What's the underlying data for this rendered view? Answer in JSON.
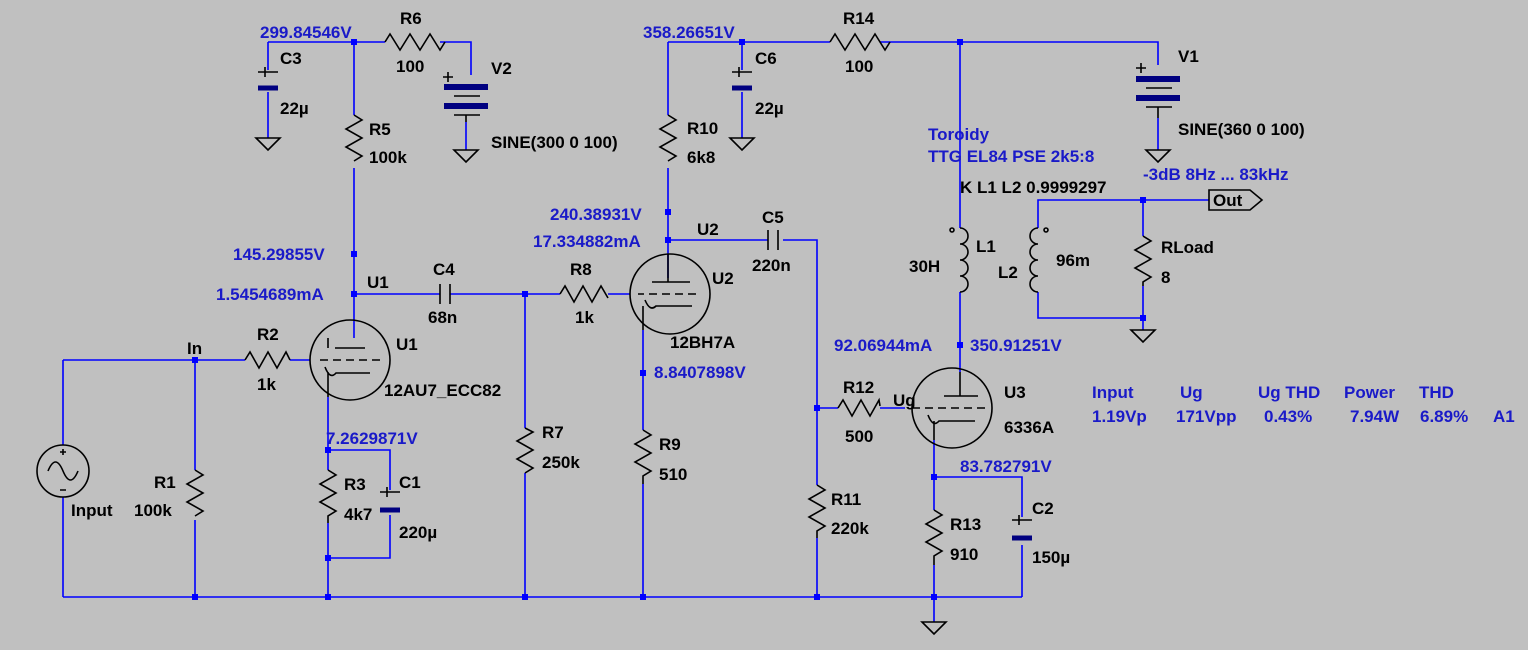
{
  "colors": {
    "background": "#c0c0c0",
    "wire": "#0000ff",
    "component": "#000000",
    "annotation": "#1a1ac8"
  },
  "nodes": {
    "v_r6": "299.84546V",
    "v_r14": "358.26651V",
    "v_u1_plate": "145.29855V",
    "i_u1": "1.5454689mA",
    "v_u1_cathode": "7.2629871V",
    "v_u2_plate": "240.38931V",
    "i_u2": "17.334882mA",
    "v_u2_cathode": "8.8407898V",
    "i_u3": "92.06944mA",
    "v_u3_plate": "350.91251V",
    "v_u3_cathode": "83.782791V"
  },
  "components": {
    "c3": {
      "name": "C3",
      "value": "22µ"
    },
    "r6": {
      "name": "R6",
      "value": "100"
    },
    "v2": {
      "name": "V2",
      "value": "SINE(300 0 100)"
    },
    "r5": {
      "name": "R5",
      "value": "100k"
    },
    "c6": {
      "name": "C6",
      "value": "22µ"
    },
    "r14": {
      "name": "R14",
      "value": "100"
    },
    "v1": {
      "name": "V1",
      "value": "SINE(360 0 100)"
    },
    "r10": {
      "name": "R10",
      "value": "6k8"
    },
    "c5": {
      "name": "C5",
      "value": "220n"
    },
    "c4": {
      "name": "C4",
      "value": "68n"
    },
    "r8": {
      "name": "R8",
      "value": "1k"
    },
    "u1": {
      "name": "U1",
      "value": "12AU7_ECC82"
    },
    "u1b": {
      "name": "U1"
    },
    "u2": {
      "name": "U2",
      "value": "12BH7A"
    },
    "u2b": {
      "name": "U2"
    },
    "r2": {
      "name": "R2",
      "value": "1k"
    },
    "r1": {
      "name": "R1",
      "value": "100k"
    },
    "input_src": {
      "name": "Input"
    },
    "r3": {
      "name": "R3",
      "value": "4k7"
    },
    "c1": {
      "name": "C1",
      "value": "220µ"
    },
    "r7": {
      "name": "R7",
      "value": "250k"
    },
    "r9": {
      "name": "R9",
      "value": "510"
    },
    "r11": {
      "name": "R11",
      "value": "220k"
    },
    "r12": {
      "name": "R12",
      "value": "500"
    },
    "u3": {
      "name": "U3",
      "value": "6336A"
    },
    "r13": {
      "name": "R13",
      "value": "910"
    },
    "c2": {
      "name": "C2",
      "value": "150µ"
    },
    "l1": {
      "name": "L1",
      "value": "30H"
    },
    "l2": {
      "name": "L2",
      "value": "96m"
    },
    "rload": {
      "name": "RLoad",
      "value": "8"
    }
  },
  "net_labels": {
    "in": "In",
    "ug": "Ug",
    "out": "Out"
  },
  "notes": {
    "toroid_line1": "Toroidy",
    "toroid_line2": "TTG EL84 PSE 2k5:8",
    "coupling": "K L1 L2 0.9999297",
    "bandwidth": "-3dB 8Hz ... 83kHz"
  },
  "results": {
    "headers": [
      "Input",
      "Ug",
      "Ug THD",
      "Power",
      "THD"
    ],
    "values": [
      "1.19Vp",
      "171Vpp",
      "0.43%",
      "7.94W",
      "6.89%",
      "A1"
    ]
  }
}
